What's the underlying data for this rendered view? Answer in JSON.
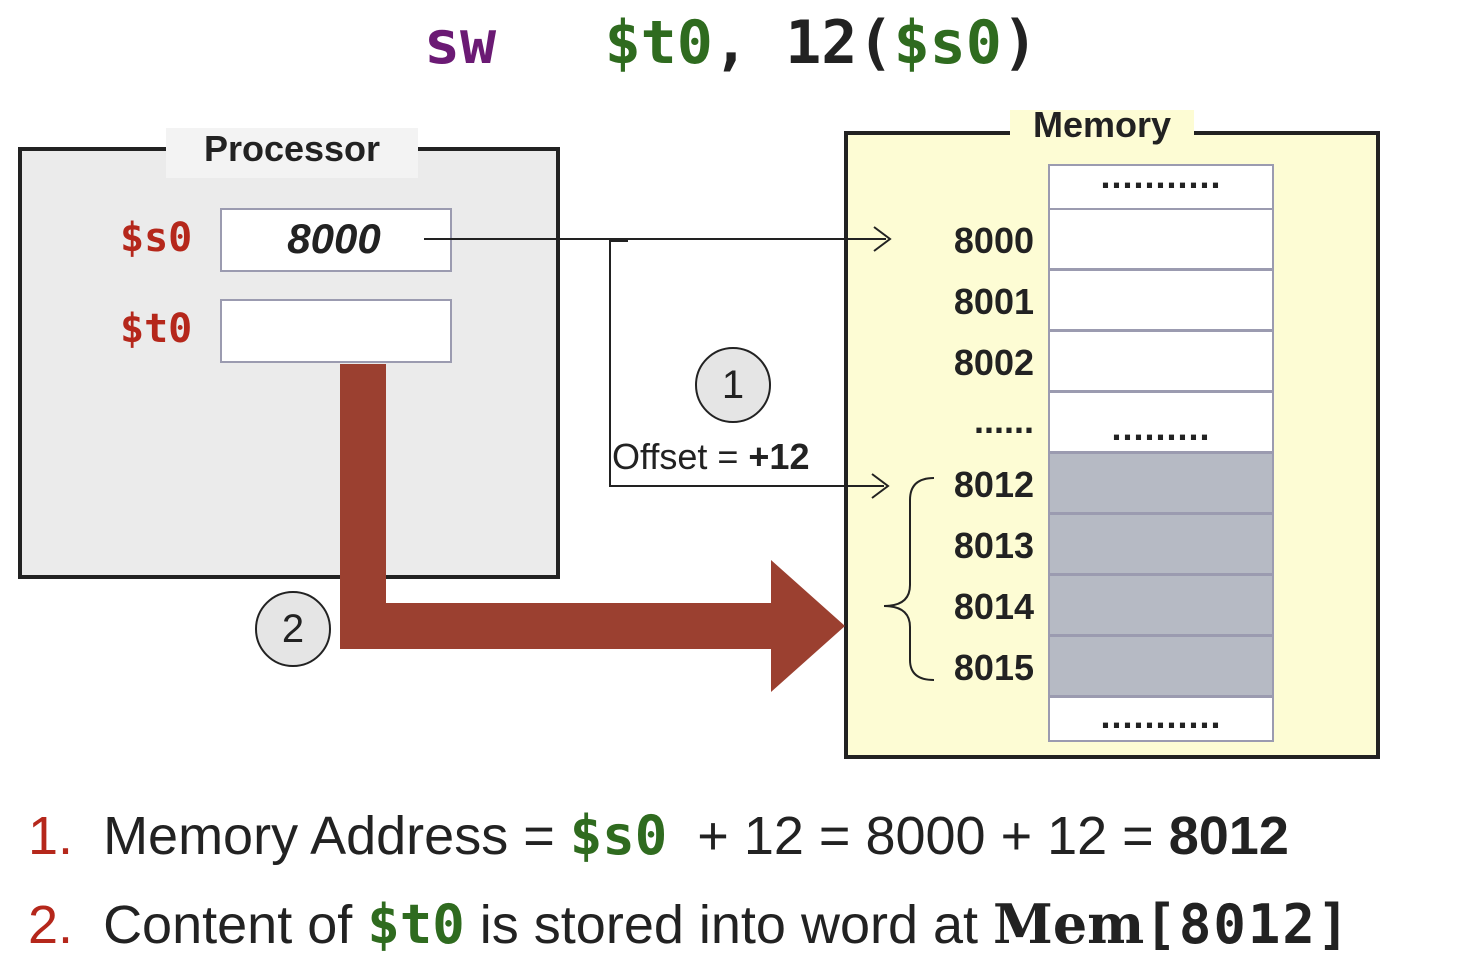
{
  "instruction": {
    "opcode": "sw",
    "rt": "$t0",
    "comma": ",",
    "offset": "12",
    "open_paren": "(",
    "rs": "$s0",
    "close_paren": ")"
  },
  "processor": {
    "label": "Processor",
    "registers": [
      {
        "name": "$s0",
        "value": "8000"
      },
      {
        "name": "$t0",
        "value": ""
      }
    ]
  },
  "memory": {
    "label": "Memory",
    "top_dots": "...........",
    "rows": [
      {
        "address": "8000",
        "content": ""
      },
      {
        "address": "8001",
        "content": ""
      },
      {
        "address": "8002",
        "content": ""
      },
      {
        "address": "......",
        "content": "........."
      },
      {
        "address": "8012",
        "content": ""
      },
      {
        "address": "8013",
        "content": ""
      },
      {
        "address": "8014",
        "content": ""
      },
      {
        "address": "8015",
        "content": ""
      }
    ],
    "bottom_dots": "..........."
  },
  "steps": {
    "step1_badge": "1",
    "step2_badge": "2",
    "offset_prefix": "Offset = ",
    "offset_value": "+12"
  },
  "explanations": [
    {
      "number": "1.",
      "text_a": "Memory Address = ",
      "reg": "$s0",
      "text_b": "  + 12 = 8000 + 12 = ",
      "result": "8012"
    },
    {
      "number": "2.",
      "text_a": "Content of ",
      "reg": "$t0",
      "text_b": " is stored into word at ",
      "mem_name": "Mem",
      "mem_addr": "[8012]"
    }
  ],
  "colors": {
    "opcode": "#6b1a74",
    "register_green": "#2f6b1f",
    "register_red": "#b5271b",
    "arrow_fill": "#9b4030",
    "memory_bg": "#fdfcd4",
    "processor_bg": "#ebebeb",
    "highlighted_cell": "#b6bac4"
  }
}
